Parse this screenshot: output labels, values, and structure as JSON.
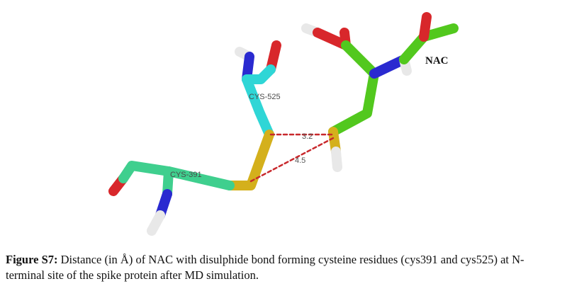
{
  "figure": {
    "labels": {
      "cys525": "CYS-525",
      "cys391": "CYS-391",
      "nac": "NAC",
      "distance_1": "3.2",
      "distance_2": "4.5"
    },
    "caption": {
      "label": "Figure S7:",
      "text": " Distance (in Å) of NAC with disulphide bond forming cysteine residues (cys391 and cys525) at N-terminal site of the spike protein after MD simulation."
    },
    "colors": {
      "cys525_carbon": "#2fd6d6",
      "cys391_carbon": "#3fcf8e",
      "nac_carbon": "#52c81e",
      "sulfur": "#d4b01c",
      "oxygen": "#d8272b",
      "nitrogen": "#2a2ad0",
      "hydrogen": "#e8e8e8",
      "distance_line": "#c8282c"
    }
  }
}
